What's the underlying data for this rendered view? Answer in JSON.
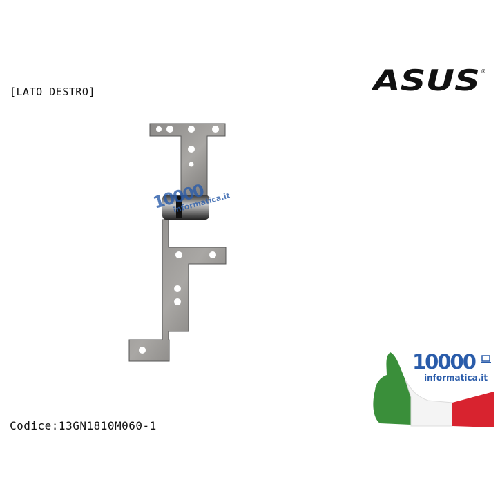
{
  "side_label": "[LATO DESTRO]",
  "product_code": "Codice:13GN1810M060-1",
  "brand": {
    "name": "ASUS",
    "color": "#111111"
  },
  "watermark": {
    "number": "10000",
    "domain": "informatica.it",
    "color": "#2a5caa"
  },
  "flag_colors": {
    "green": "#3a8f3a",
    "white": "#f4f4f4",
    "red": "#d8232f"
  }
}
